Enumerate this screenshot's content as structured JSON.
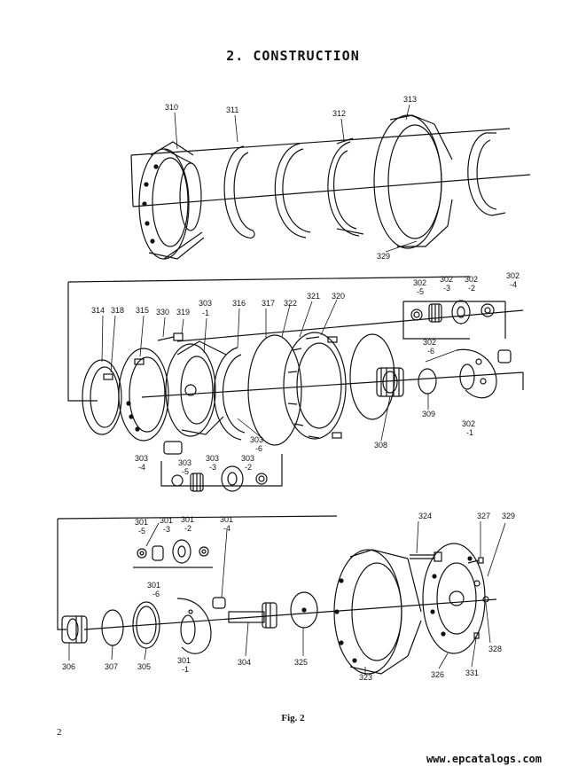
{
  "page": {
    "title": "2. CONSTRUCTION",
    "caption": "Fig. 2",
    "page_number": "2",
    "watermark": "www.epcatalogs.com"
  },
  "labels": {
    "l310": "310",
    "l311": "311",
    "l312": "312",
    "l313": "313",
    "l329a": "329",
    "l314": "314",
    "l318": "318",
    "l315": "315",
    "l330": "330",
    "l319": "319",
    "l303_1a": "303",
    "l303_1b": "-1",
    "l316": "316",
    "l317": "317",
    "l322": "322",
    "l321": "321",
    "l320": "320",
    "l302_5a": "302",
    "l302_5b": "-5",
    "l302_3a": "302",
    "l302_3b": "-3",
    "l302_2a": "302",
    "l302_2b": "-2",
    "l302_4a": "302",
    "l302_4b": "-4",
    "l302_6a": "302",
    "l302_6b": "-6",
    "l302_1a": "302",
    "l302_1b": "-1",
    "l309": "309",
    "l308": "308",
    "l303_6a": "303",
    "l303_6b": "-6",
    "l303_4a": "303",
    "l303_4b": "-4",
    "l303_5a": "303",
    "l303_5b": "-5",
    "l303_3a": "303",
    "l303_3b": "-3",
    "l303_2a": "303",
    "l303_2b": "-2",
    "l301_5a": "301",
    "l301_5b": "-5",
    "l301_3a": "301",
    "l301_3b": "-3",
    "l301_2a": "301",
    "l301_2b": "-2",
    "l301_4a": "301",
    "l301_4b": "-4",
    "l301_6a": "301",
    "l301_6b": "-6",
    "l301_1a": "301",
    "l301_1b": "-1",
    "l324": "324",
    "l327": "327",
    "l329b": "329",
    "l306": "306",
    "l307": "307",
    "l305": "305",
    "l304": "304",
    "l325": "325",
    "l323": "323",
    "l326": "326",
    "l331": "331",
    "l328": "328"
  }
}
